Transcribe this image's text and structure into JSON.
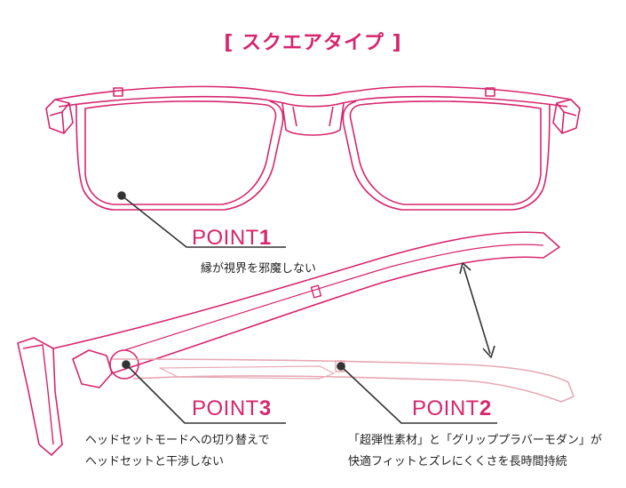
{
  "title": "[ スクエアタイプ ]",
  "points": [
    {
      "word": "POINT",
      "num": "1",
      "desc": [
        "縁が視界を邪魔しない"
      ]
    },
    {
      "word": "POINT",
      "num": "2",
      "desc": [
        "「超弾性素材」と「グリッププラバーモダン」が",
        "快適フィットとズレにくくさを長時間持続"
      ]
    },
    {
      "word": "POINT",
      "num": "3",
      "desc": [
        "ヘッドセットモードへの切り替えで",
        "ヘッドセットと干渉しない"
      ]
    }
  ],
  "colors": {
    "frame": "#d6266d",
    "accent": "#d6266d",
    "temple_light": "#e7a8b4",
    "leader": "#333333"
  }
}
